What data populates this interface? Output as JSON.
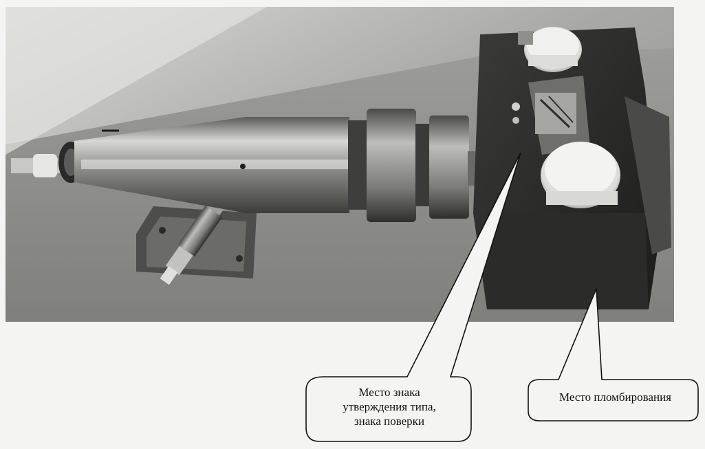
{
  "figure": {
    "callout_type_mark": [
      "Место знака",
      "утверждения типа,",
      "знака поверки"
    ],
    "callout_seal": "Место пломбирования"
  }
}
